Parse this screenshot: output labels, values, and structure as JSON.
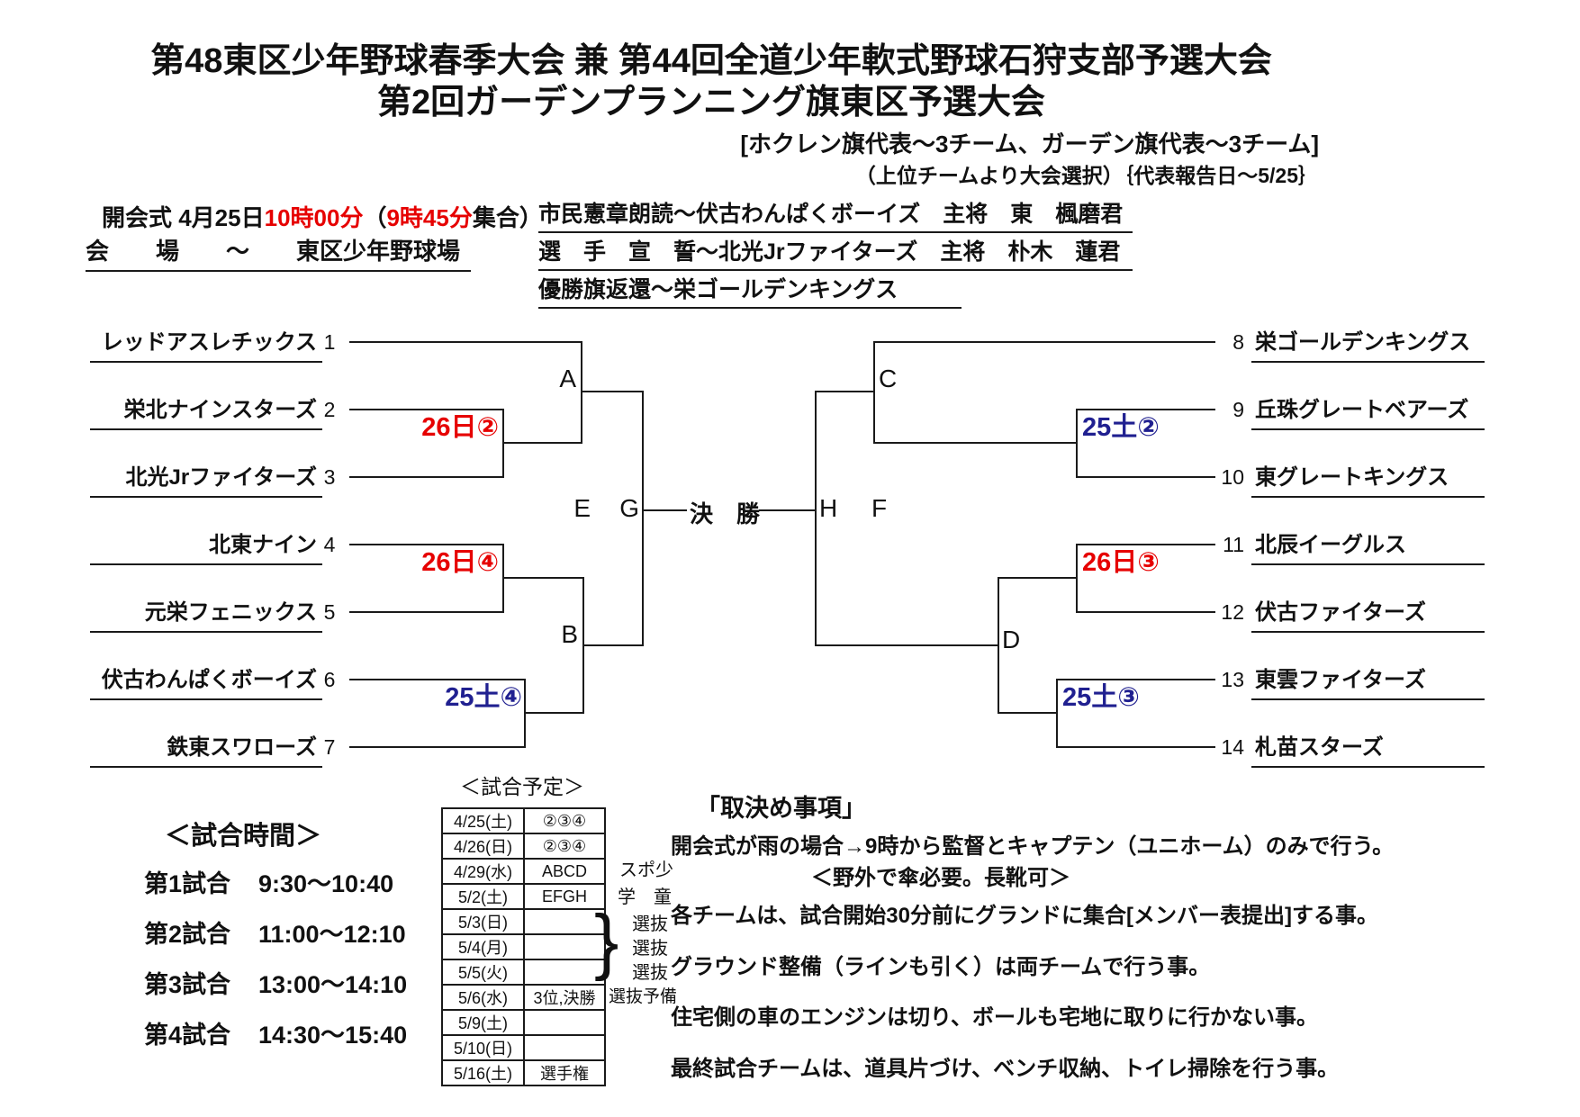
{
  "title": {
    "line1": "第48東区少年野球春季大会 兼 第44回全道少年軟式野球石狩支部予選大会",
    "line2": "第2回ガーデンプランニング旗東区予選大会"
  },
  "subnotes": {
    "line1": "[ホクレン旗代表～3チーム、ガーデン旗代表～3チーム]",
    "line2": "（上位チームより大会選択）｛代表報告日～5/25｝"
  },
  "opening": {
    "prefix": "開会式 4月25日",
    "time": "10時00分",
    "paren": "（",
    "gather": "9時45分",
    "suffix": "集合）"
  },
  "venue": "会　　場　　～　　東区少年野球場",
  "ceremony": {
    "line1": "市民憲章朗読～伏古わんぱくボーイズ　主将　東　楓磨君",
    "line2": "選　手　宣　誓～北光Jrファイターズ　主将　朴木　蓮君",
    "line3": "優勝旗返還～栄ゴールデンキングス"
  },
  "bracket": {
    "final": "決　勝",
    "letters": {
      "a": "A",
      "b": "B",
      "c": "C",
      "d": "D",
      "e": "E",
      "f": "F",
      "g": "G",
      "h": "H"
    },
    "left": [
      {
        "seed": "1",
        "name": "レッドアスレチックス"
      },
      {
        "seed": "2",
        "name": "栄北ナインスターズ"
      },
      {
        "seed": "3",
        "name": "北光Jrファイターズ"
      },
      {
        "seed": "4",
        "name": "北東ナイン"
      },
      {
        "seed": "5",
        "name": "元栄フェニックス"
      },
      {
        "seed": "6",
        "name": "伏古わんぱくボーイズ"
      },
      {
        "seed": "7",
        "name": "鉄東スワローズ"
      }
    ],
    "right": [
      {
        "seed": "8",
        "name": "栄ゴールデンキングス"
      },
      {
        "seed": "9",
        "name": "丘珠グレートベアーズ"
      },
      {
        "seed": "10",
        "name": "東グレートキングス"
      },
      {
        "seed": "11",
        "name": "北辰イーグルス"
      },
      {
        "seed": "12",
        "name": "伏古ファイターズ"
      },
      {
        "seed": "13",
        "name": "東雲ファイターズ"
      },
      {
        "seed": "14",
        "name": "札苗スターズ"
      }
    ],
    "match_labels": {
      "m26_2": "26日②",
      "m26_4": "26日④",
      "m25_4": "25土④",
      "m25_2": "25土②",
      "m26_3": "26日③",
      "m25_3": "25土③"
    }
  },
  "game_times": {
    "header": "＜試合時間＞",
    "rows": [
      {
        "label": "第1試合",
        "time": "9:30～10:40"
      },
      {
        "label": "第2試合",
        "time": "11:00～12:10"
      },
      {
        "label": "第3試合",
        "time": "13:00～14:10"
      },
      {
        "label": "第4試合",
        "time": "14:30～15:40"
      }
    ]
  },
  "schedule": {
    "header": "＜試合予定＞",
    "rows": [
      {
        "date": "4/25(土)",
        "games": "②③④"
      },
      {
        "date": "4/26(日)",
        "games": "②③④"
      },
      {
        "date": "4/29(水)",
        "games": "ABCD"
      },
      {
        "date": "5/2(土)",
        "games": "EFGH"
      },
      {
        "date": "5/3(日)",
        "games": ""
      },
      {
        "date": "5/4(月)",
        "games": ""
      },
      {
        "date": "5/5(火)",
        "games": ""
      },
      {
        "date": "5/6(水)",
        "games": "3位,決勝"
      },
      {
        "date": "5/9(土)",
        "games": ""
      },
      {
        "date": "5/10(日)",
        "games": ""
      },
      {
        "date": "5/16(土)",
        "games": "選手権"
      }
    ],
    "annotations": {
      "spo": "スポ少",
      "gakudou": "学　童",
      "brace": "}",
      "senbatsu1": "選抜",
      "senbatsu2": "選抜",
      "senbatsu3": "選抜",
      "yobi": "選抜予備"
    }
  },
  "rules": {
    "header": "「取決め事項」",
    "r1": "開会式が雨の場合→9時から監督とキャプテン（ユニホーム）のみで行う。",
    "r1_sub": "＜野外で傘必要。長靴可＞",
    "r2": "各チームは、試合開始30分前にグランドに集合[メンバー表提出]する事。",
    "r3": "グラウンド整備（ラインも引く）は両チームで行う事。",
    "r4": "住宅側の車のエンジンは切り、ボールも宅地に取りに行かない事。",
    "r5": "最終試合チームは、道具片づけ、ベンチ収納、トイレ掃除を行う事。"
  },
  "colors": {
    "red": "#e60000",
    "blue": "#202090",
    "line": "#1a1a1a"
  }
}
